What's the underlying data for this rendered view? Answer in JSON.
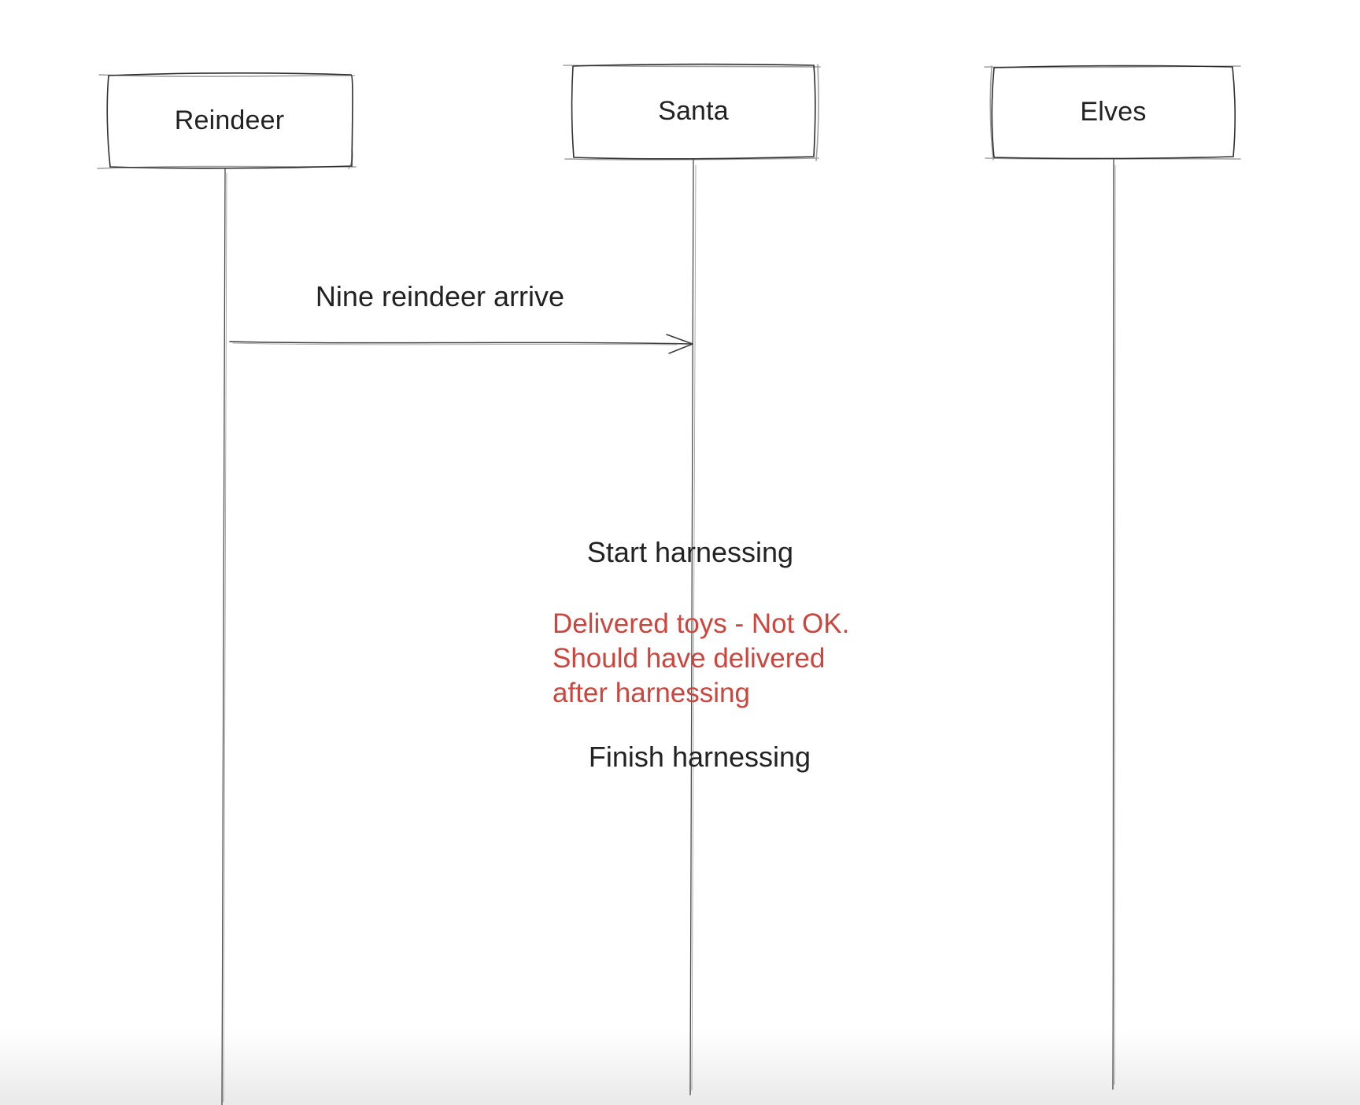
{
  "canvas": {
    "background": "#ffffff"
  },
  "palette": {
    "box_stroke": "#2f2f2f",
    "lifeline_stroke": "#4a4a4a",
    "text_dark": "#222222",
    "text_red": "#cd453c"
  },
  "actors": [
    {
      "label": "Reindeer"
    },
    {
      "label": "Santa"
    },
    {
      "label": "Elves"
    }
  ],
  "messages": [
    {
      "label": "Nine reindeer arrive",
      "from": "Reindeer",
      "to": "Santa"
    }
  ],
  "notes": [
    {
      "style": "dark",
      "label": "Start harnessing"
    },
    {
      "style": "red",
      "lines": [
        "Delivered toys - Not OK.",
        "Should have delivered",
        "after harnessing"
      ]
    },
    {
      "style": "dark",
      "label": "Finish harnessing"
    }
  ]
}
